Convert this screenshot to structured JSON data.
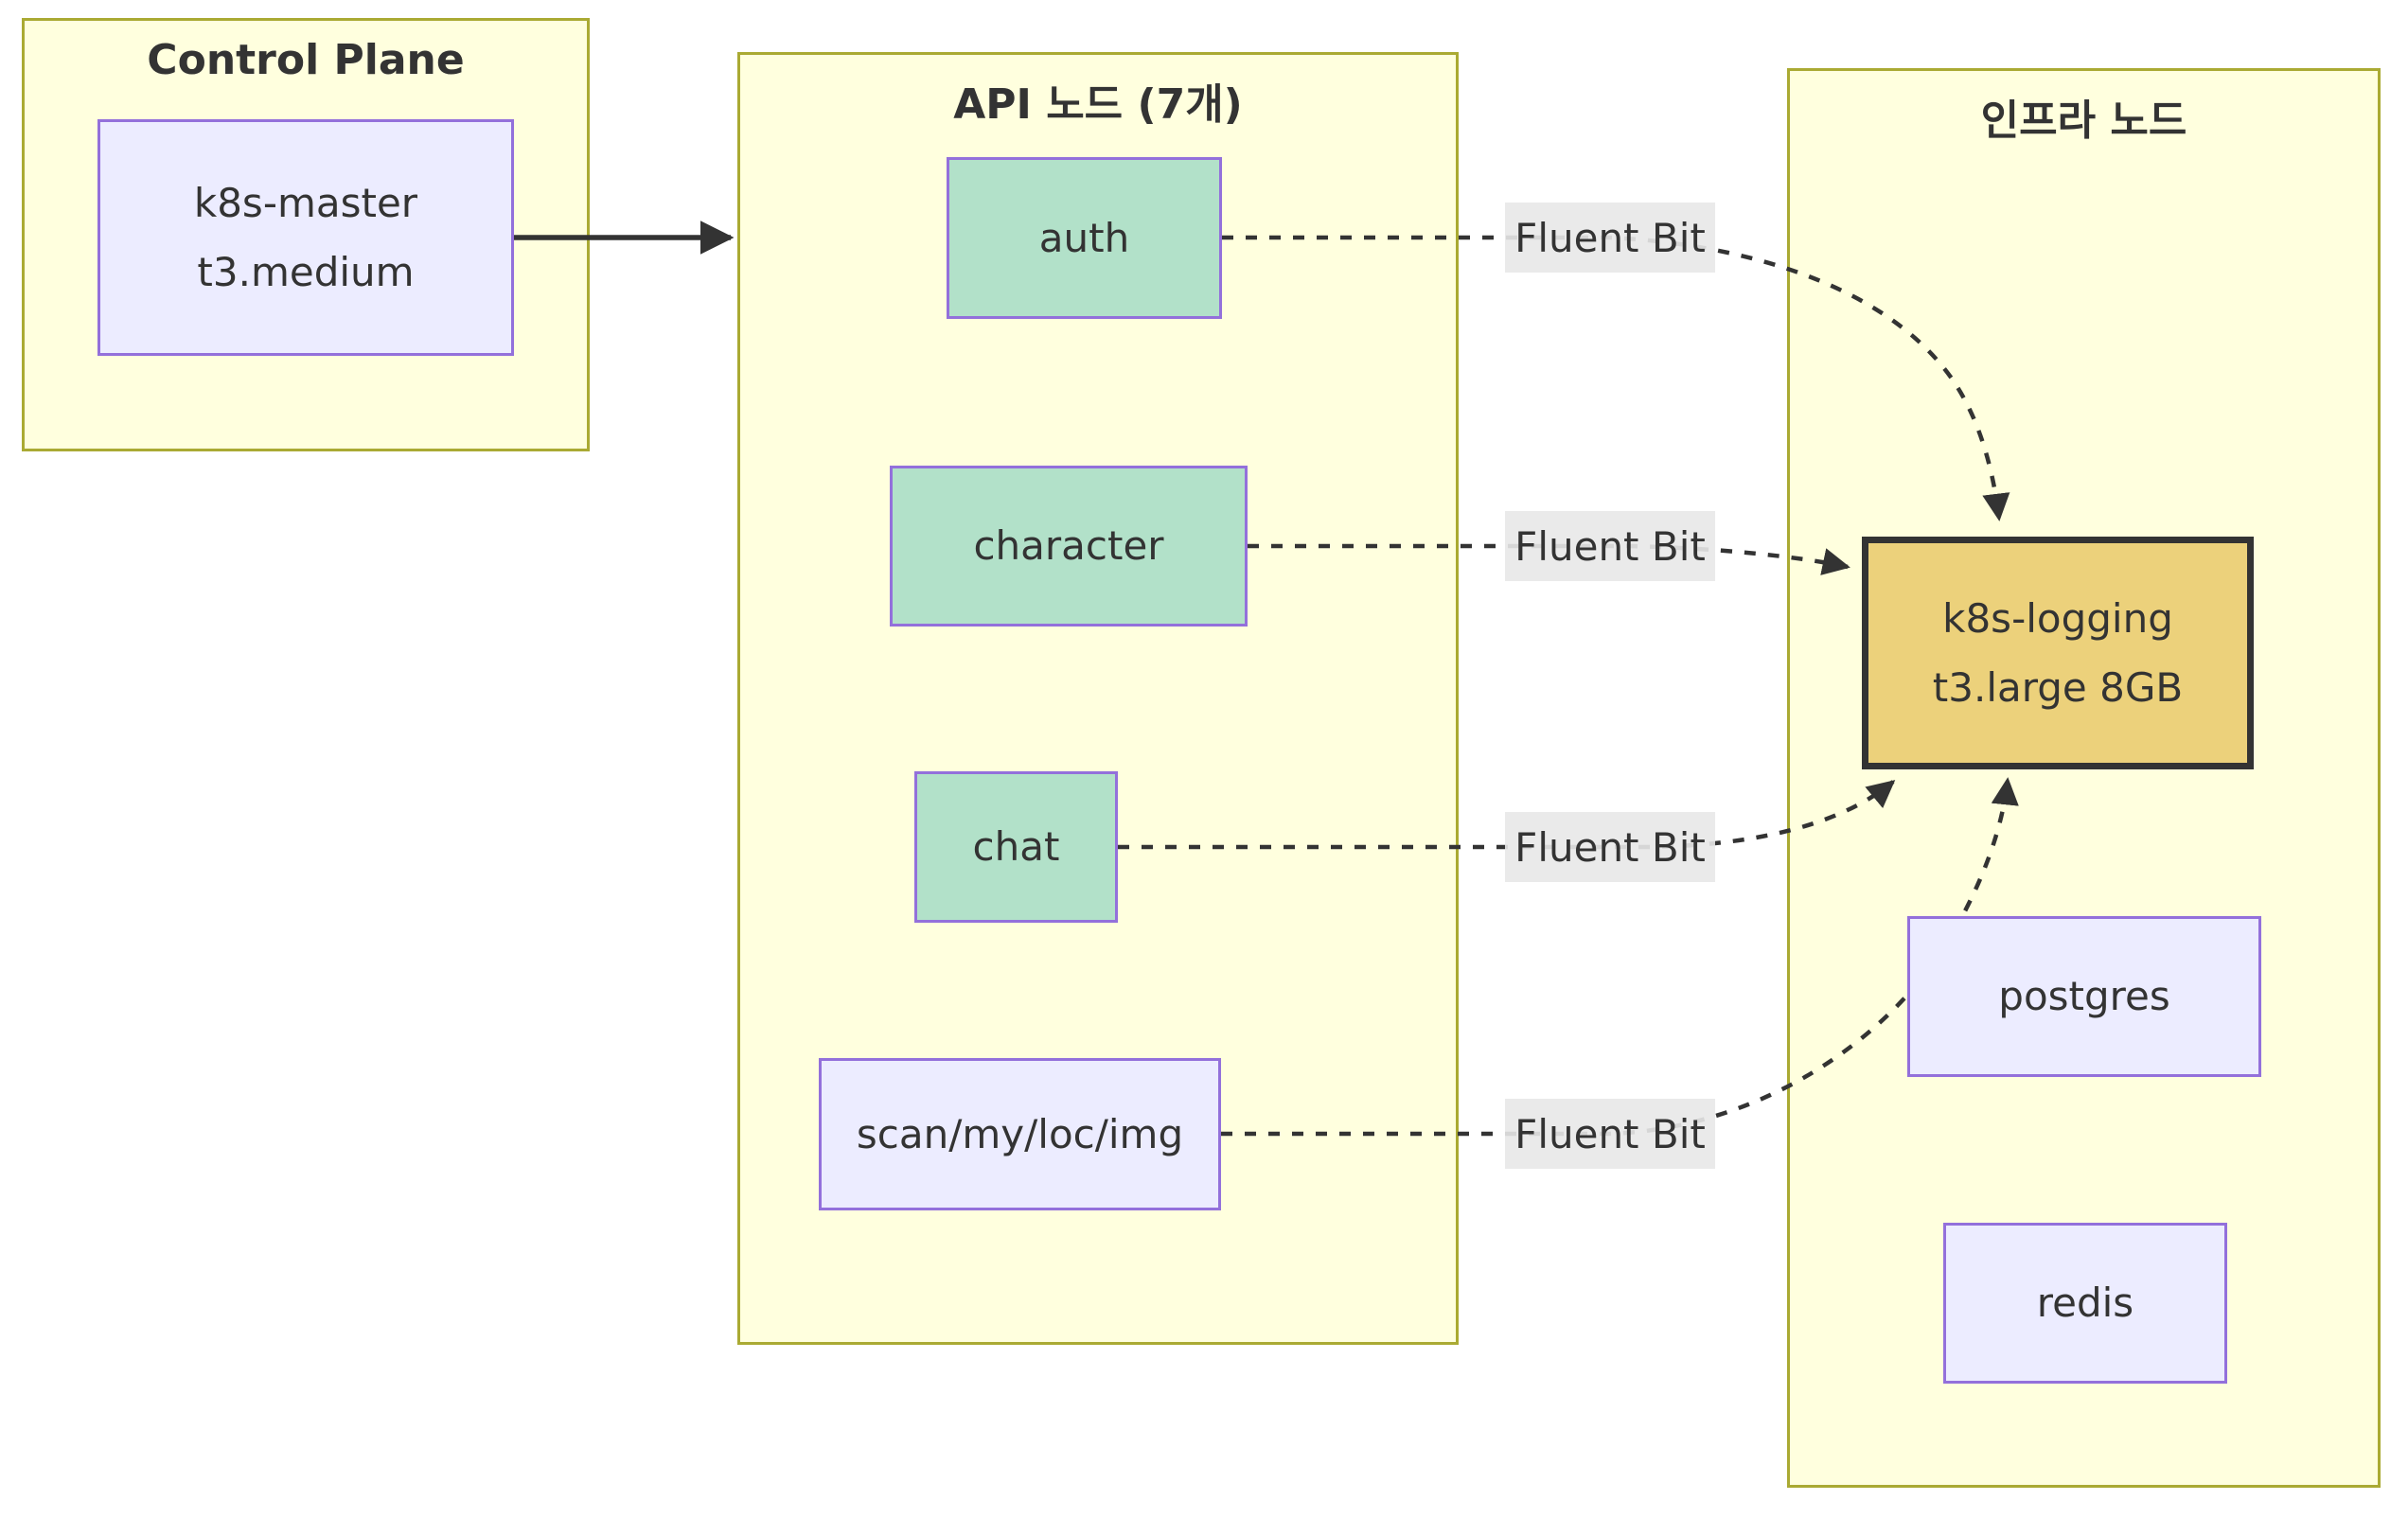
{
  "diagram": {
    "type": "flowchart",
    "clusters": [
      {
        "id": "control-plane",
        "title": "Control Plane"
      },
      {
        "id": "api-nodes",
        "title": "API 노드 (7개)"
      },
      {
        "id": "infra-nodes",
        "title": "인프라 노드"
      }
    ],
    "nodes": [
      {
        "id": "k8s-master",
        "lines": [
          "k8s-master",
          "t3.medium"
        ],
        "style": "lavender"
      },
      {
        "id": "auth",
        "lines": [
          "auth"
        ],
        "style": "green"
      },
      {
        "id": "character",
        "lines": [
          "character"
        ],
        "style": "green"
      },
      {
        "id": "chat",
        "lines": [
          "chat"
        ],
        "style": "green"
      },
      {
        "id": "scan",
        "lines": [
          "scan/my/loc/img"
        ],
        "style": "lavender"
      },
      {
        "id": "k8s-logging",
        "lines": [
          "k8s-logging",
          "t3.large 8GB"
        ],
        "style": "gold"
      },
      {
        "id": "postgres",
        "lines": [
          "postgres"
        ],
        "style": "lavender"
      },
      {
        "id": "redis",
        "lines": [
          "redis"
        ],
        "style": "lavender"
      }
    ],
    "edge_labels": [
      "Fluent Bit",
      "Fluent Bit",
      "Fluent Bit",
      "Fluent Bit"
    ],
    "edges": [
      {
        "from": "k8s-master",
        "to": "api-nodes",
        "style": "solid-arrow",
        "label": ""
      },
      {
        "from": "auth",
        "to": "k8s-logging",
        "style": "dotted-arrow",
        "label": "Fluent Bit"
      },
      {
        "from": "character",
        "to": "k8s-logging",
        "style": "dotted-arrow",
        "label": "Fluent Bit"
      },
      {
        "from": "chat",
        "to": "k8s-logging",
        "style": "dotted-arrow",
        "label": "Fluent Bit"
      },
      {
        "from": "scan",
        "to": "k8s-logging",
        "style": "dotted-arrow",
        "label": "Fluent Bit"
      }
    ],
    "colors": {
      "cluster_fill": "#ffffde",
      "cluster_stroke": "#aaaa33",
      "node_fill": "#ececff",
      "node_stroke": "#9370db",
      "green_fill": "#b2e1c9",
      "gold_fill": "#ecd17b",
      "gold_stroke": "#333333",
      "edge_color": "#333333",
      "edge_label_bg": "#e8e8e8",
      "text_color": "#333333"
    }
  }
}
